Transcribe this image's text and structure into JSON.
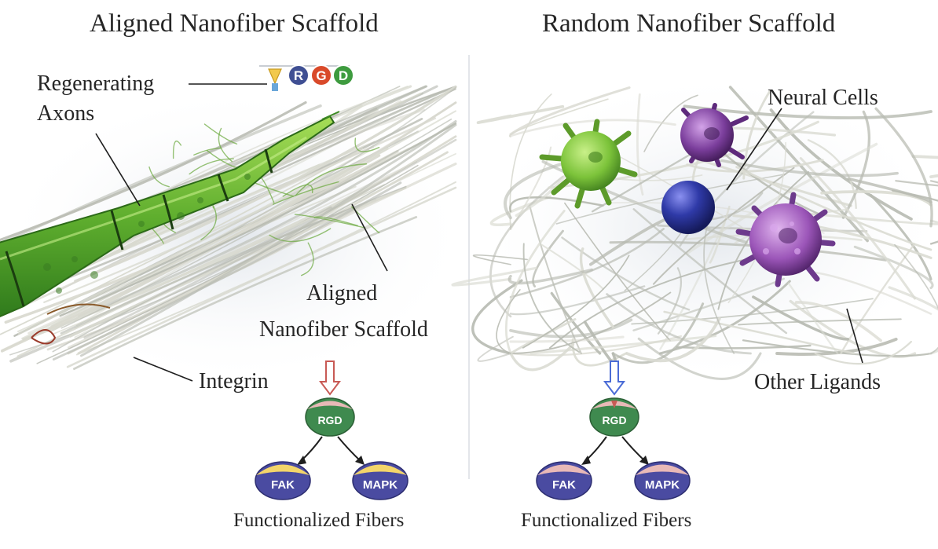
{
  "left_panel": {
    "title": "Aligned Nanofiber Scaffold",
    "labels": {
      "regenerating_axons": "Regenerating\nAxons",
      "aligned_scaffold_line1": "Aligned",
      "aligned_scaffold_line2": "Nanofiber Scaffold",
      "integrin": "Integrin"
    },
    "ligand_letters": [
      "R",
      "G",
      "D"
    ],
    "pathway": {
      "receptor": "RGD",
      "targets": [
        "FAK",
        "MAPK"
      ]
    },
    "footer": "Functionalized Fibers"
  },
  "right_panel": {
    "title": "Random Nanofiber Scaffold",
    "labels": {
      "neural_cells": "Neural Cells",
      "other_ligands": "Other Ligands"
    },
    "pathway": {
      "receptor": "RGD",
      "targets": [
        "FAK",
        "MAPK"
      ]
    },
    "footer": "Functionalized Fibers"
  },
  "colors": {
    "axon_green": "#5fae2e",
    "ligand_r": "#3f4f93",
    "ligand_g": "#d94a2a",
    "ligand_d": "#3e9b3f",
    "rgd_node": "#3f8a4f",
    "fak_node": "#4a4ba1",
    "mapk_node": "#4a4ba1",
    "cap_yellow": "#f3d56a",
    "cap_pink": "#e8b9b7",
    "arrow_red": "#c85a55",
    "arrow_blue": "#4a6bd6",
    "cell_green": "#7cc33a",
    "cell_purple": "#7b3e9c",
    "cell_blue": "#2f3aa8"
  }
}
